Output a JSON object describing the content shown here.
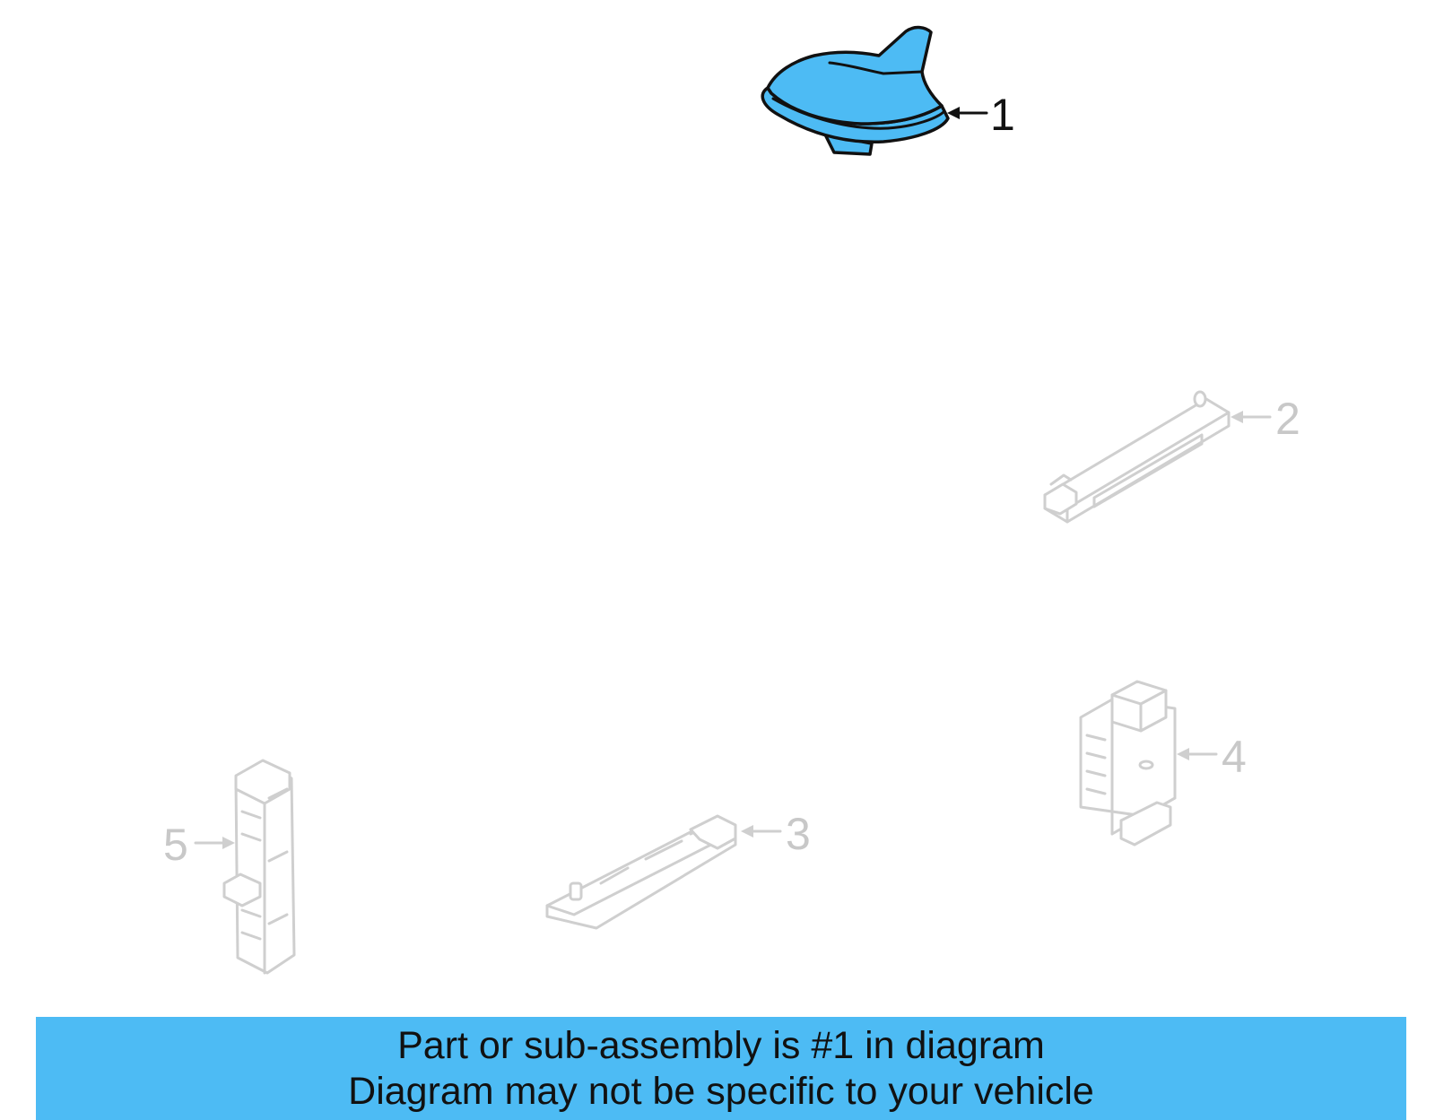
{
  "colors": {
    "highlight": "#4dbbf4",
    "banner": "#4dbbf4",
    "ghost_outline": "#cfcfcf",
    "active_outline": "#111111"
  },
  "callouts": {
    "part_1": "1",
    "part_2": "2",
    "part_3": "3",
    "part_4": "4",
    "part_5": "5"
  },
  "banner": {
    "line1": "Part or sub-assembly is #1 in diagram",
    "line2": "Diagram may not be specific to your vehicle"
  }
}
